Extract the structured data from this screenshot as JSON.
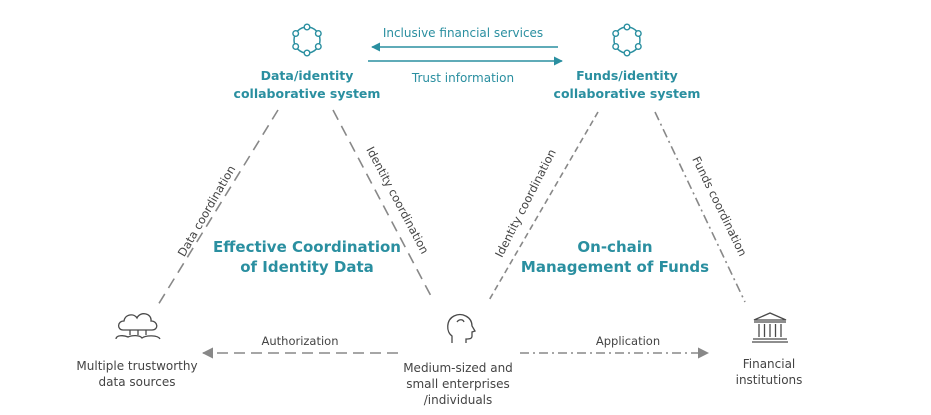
{
  "top_left_node": {
    "line1": "Data/identity",
    "line2": "collaborative system",
    "icon": "network-ring-icon"
  },
  "top_right_node": {
    "line1": "Funds/identity",
    "line2": "collaborative system",
    "icon": "network-ring-icon"
  },
  "top_links": {
    "upper_label": "Inclusive financial services",
    "lower_label": "Trust information"
  },
  "bottom_left_node": {
    "line1": "Multiple trustworthy",
    "line2": "data sources",
    "icon": "cloud-data-icon"
  },
  "bottom_center_node": {
    "line1": "Medium-sized and",
    "line2": "small enterprises",
    "line3": "/individuals",
    "icon": "person-head-icon"
  },
  "bottom_right_node": {
    "line1": "Financial",
    "line2": "institutions",
    "icon": "bank-icon"
  },
  "edges": {
    "data_coordination": "Data coordination",
    "identity_coordination_left": "Identity coordination",
    "identity_coordination_right": "Identity coordination",
    "funds_coordination": "Funds coordination",
    "authorization": "Authorization",
    "application": "Application"
  },
  "center_titles": {
    "left_line1": "Effective Coordination",
    "left_line2": "of Identity Data",
    "right_line1": "On-chain",
    "right_line2": "Management of Funds"
  },
  "colors": {
    "accent": "#2a8fa0",
    "line": "#888888",
    "text": "#444444"
  }
}
